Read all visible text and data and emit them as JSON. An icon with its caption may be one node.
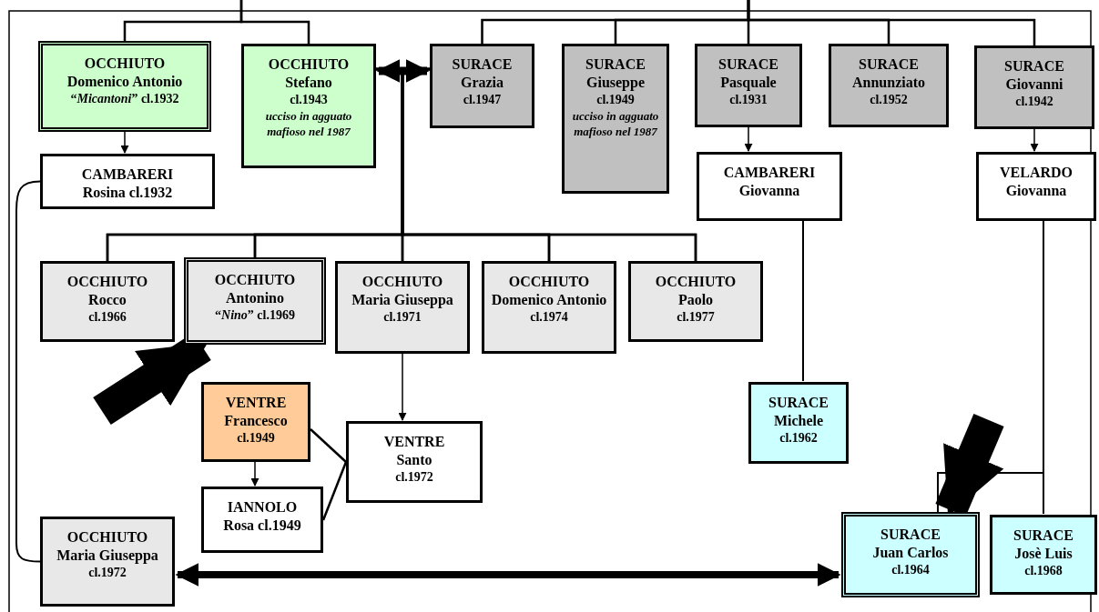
{
  "diagram": {
    "nodes": [
      {
        "text": [
          "OCCHIUTO",
          "Domenico Antonio",
          "“*Micantoni*” cl.1932"
        ]
      },
      {
        "text": [
          "OCCHIUTO",
          "Stefano",
          "cl.1943",
          "ucciso in agguato mafioso nel 1987"
        ]
      },
      {
        "text": [
          "SURACE",
          "Grazia",
          "cl.1947"
        ]
      },
      {
        "text": [
          "SURACE",
          "Giuseppe",
          "cl.1949",
          "ucciso in agguato mafioso nel 1987"
        ]
      },
      {
        "text": [
          "SURACE",
          "Pasquale",
          "cl.1931"
        ]
      },
      {
        "text": [
          "SURACE",
          "Annunziato",
          "cl.1952"
        ]
      },
      {
        "text": [
          "SURACE",
          "Giovanni",
          "cl.1942"
        ]
      },
      {
        "text": [
          "CAMBARERI",
          "Rosina cl.1932"
        ]
      },
      {
        "text": [
          "CAMBARERI",
          "Giovanna"
        ]
      },
      {
        "text": [
          "VELARDO",
          "Giovanna"
        ]
      },
      {
        "text": [
          "OCCHIUTO",
          "Rocco",
          "cl.1966"
        ]
      },
      {
        "text": [
          "OCCHIUTO",
          "Antonino",
          "“*Nino*” cl.1969"
        ]
      },
      {
        "text": [
          "OCCHIUTO",
          "Maria Giuseppa",
          "cl.1971"
        ]
      },
      {
        "text": [
          "OCCHIUTO",
          "Domenico Antonio",
          "cl.1974"
        ]
      },
      {
        "text": [
          "OCCHIUTO",
          "Paolo",
          "cl.1977"
        ]
      },
      {
        "text": [
          "VENTRE",
          "Francesco",
          "cl.1949"
        ]
      },
      {
        "text": [
          "VENTRE",
          "Santo",
          "cl.1972"
        ]
      },
      {
        "text": [
          "IANNOLO",
          "Rosa cl.1949"
        ]
      },
      {
        "text": [
          "SURACE",
          "Michele",
          "cl.1962"
        ]
      },
      {
        "text": [
          "OCCHIUTO",
          "Maria Giuseppa",
          "cl.1972"
        ]
      },
      {
        "text": [
          "SURACE",
          "Juan Carlos",
          "cl.1964"
        ]
      },
      {
        "text": [
          "SURACE",
          "Josè Luis",
          "cl.1968"
        ]
      }
    ],
    "edges": [
      {
        "from": null,
        "to": 0,
        "arrow": "none"
      },
      {
        "from": null,
        "to": 1,
        "arrow": "none"
      },
      {
        "from": null,
        "to": 2,
        "arrow": "none"
      },
      {
        "from": null,
        "to": 3,
        "arrow": "none"
      },
      {
        "from": null,
        "to": 4,
        "arrow": "none"
      },
      {
        "from": null,
        "to": 5,
        "arrow": "none"
      },
      {
        "from": null,
        "to": 6,
        "arrow": "none"
      },
      {
        "from": 1,
        "to": 2,
        "arrow": "both",
        "style": "thick"
      },
      {
        "from": 0,
        "to": 7,
        "arrow": "to"
      },
      {
        "from": 4,
        "to": 8,
        "arrow": "to"
      },
      {
        "from": 6,
        "to": 9,
        "arrow": "to"
      },
      {
        "from": 1,
        "to": 10,
        "arrow": "none"
      },
      {
        "from": 1,
        "to": 11,
        "arrow": "none"
      },
      {
        "from": 1,
        "to": 12,
        "arrow": "none"
      },
      {
        "from": 1,
        "to": 13,
        "arrow": "none"
      },
      {
        "from": 1,
        "to": 14,
        "arrow": "none"
      },
      {
        "from": 2,
        "to": 10,
        "arrow": "none"
      },
      {
        "from": 2,
        "to": 11,
        "arrow": "none"
      },
      {
        "from": 2,
        "to": 12,
        "arrow": "none"
      },
      {
        "from": 2,
        "to": 13,
        "arrow": "none"
      },
      {
        "from": 2,
        "to": 14,
        "arrow": "none"
      },
      {
        "from": 12,
        "to": 16,
        "arrow": "to"
      },
      {
        "from": 15,
        "to": 16,
        "arrow": "none"
      },
      {
        "from": 15,
        "to": 17,
        "arrow": "to"
      },
      {
        "from": 17,
        "to": 16,
        "arrow": "none"
      },
      {
        "from": 8,
        "to": 18,
        "arrow": "none"
      },
      {
        "from": 9,
        "to": 21,
        "arrow": "none"
      },
      {
        "from": 9,
        "to": 20,
        "arrow": "none"
      },
      {
        "from": 7,
        "to": 19,
        "arrow": "none"
      },
      {
        "from": 19,
        "to": 20,
        "arrow": "both",
        "style": "thick"
      },
      {
        "from": null,
        "to": 11,
        "arrow": "to",
        "style": "thick"
      },
      {
        "from": null,
        "to": 20,
        "arrow": "to",
        "style": "thick"
      }
    ]
  }
}
